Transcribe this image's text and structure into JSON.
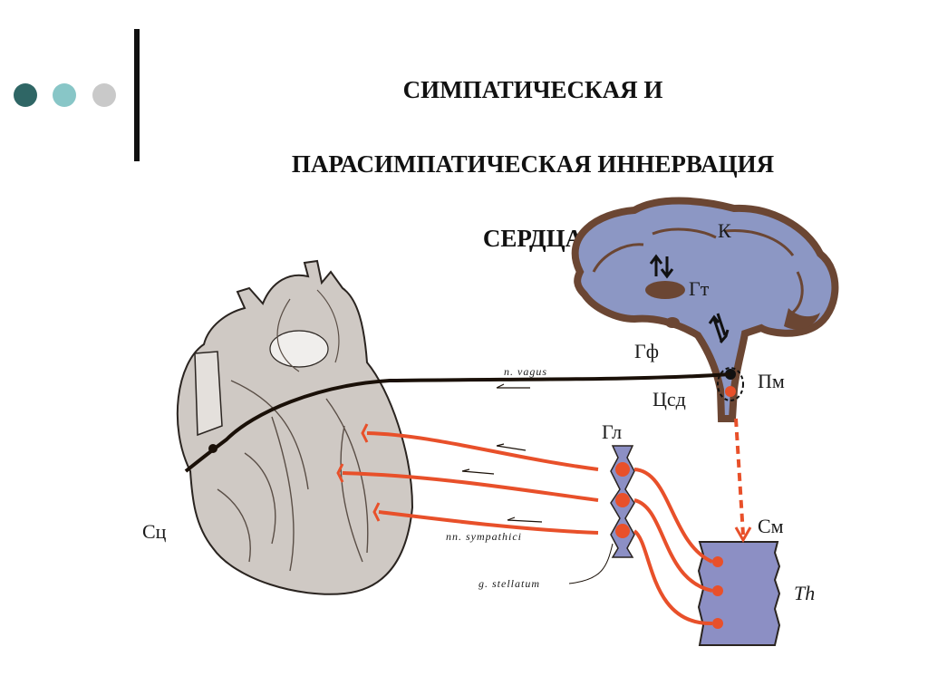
{
  "title": {
    "line1": "СИМПАТИЧЕСКАЯ И",
    "line2": "ПАРАСИМПАТИЧЕСКАЯ ИННЕРВАЦИЯ",
    "line3": "СЕРДЦА"
  },
  "diagram_labels": {
    "cortex": "К",
    "hypothalamus": "Гт",
    "pituitary": "Гф",
    "medulla": "Пм",
    "cardiovascular_center": "Цсд",
    "ganglion": "Гл",
    "spinal_cord": "См",
    "thoracic": "Th",
    "heart": "Сц",
    "vagus": "n. vagus",
    "sympathetic": "nn. sympathici",
    "stellate": "g. stellatum"
  },
  "colors": {
    "title_text": "#111111",
    "accent_dark": "#2f6665",
    "accent_light": "#88c6c7",
    "accent_grey": "#c9c9c9",
    "sympathetic_nerve": "#e8502a",
    "vagus_nerve": "#1a1008",
    "brain_fill": "#8c97c4",
    "brain_cortex": "#6b4633"
  }
}
